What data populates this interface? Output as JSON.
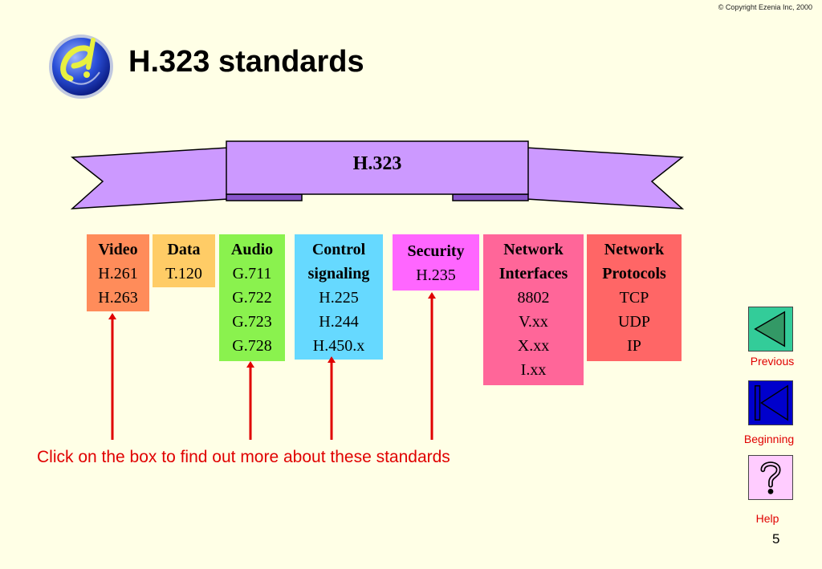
{
  "copyright": "© Copyright Ezenia Inc, 2000",
  "title": "H.323 standards",
  "ribbon": {
    "label": "H.323"
  },
  "boxes": [
    {
      "heading": [
        "Video"
      ],
      "items": [
        "H.261",
        "H.263"
      ],
      "color": "#ff8c5a"
    },
    {
      "heading": [
        "Data"
      ],
      "items": [
        "T.120"
      ],
      "color": "#ffcc66"
    },
    {
      "heading": [
        "Audio"
      ],
      "items": [
        "G.711",
        "G.722",
        "G.723",
        "G.728"
      ],
      "color": "#8af24e"
    },
    {
      "heading": [
        "Control",
        "signaling"
      ],
      "items": [
        "H.225",
        "H.244",
        "H.450.x"
      ],
      "color": "#66d9ff"
    },
    {
      "heading": [
        "Security"
      ],
      "items": [
        "H.235"
      ],
      "color": "#ff66ff"
    },
    {
      "heading": [
        "Network",
        "Interfaces"
      ],
      "items": [
        "8802",
        "V.xx",
        "X.xx",
        "I.xx"
      ],
      "color": "#ff6699"
    },
    {
      "heading": [
        "Network",
        "Protocols"
      ],
      "items": [
        "TCP",
        "UDP",
        "IP"
      ],
      "color": "#ff6666"
    }
  ],
  "hint": "Click on the box to find out more about these standards",
  "nav": {
    "previous": "Previous",
    "beginning": "Beginning",
    "help": "Help"
  },
  "page_number": "5",
  "colors": {
    "background": "#ffffe6",
    "ribbon": "#cc99ff",
    "arrow": "#e00000",
    "hint": "#e00000"
  }
}
